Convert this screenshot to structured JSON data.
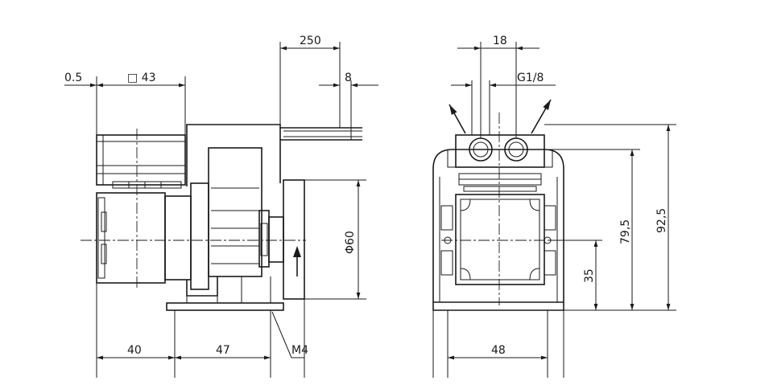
{
  "left_view": {
    "dimensions": {
      "flange_offset": "0.5",
      "motor_square": "□ 43",
      "cable_length": "250",
      "wire_spacing": "8",
      "head_diameter": "Φ60",
      "base_length_a": "40",
      "base_length_b": "47",
      "mount_thread": "M4"
    }
  },
  "right_view": {
    "dimensions": {
      "port_spacing": "18",
      "port_thread": "G1/8",
      "total_height": "92,5",
      "port_height": "79,5",
      "shaft_height": "35",
      "base_width": "48"
    }
  },
  "style": {
    "line_color": "#1a1a1a",
    "background": "#ffffff"
  }
}
